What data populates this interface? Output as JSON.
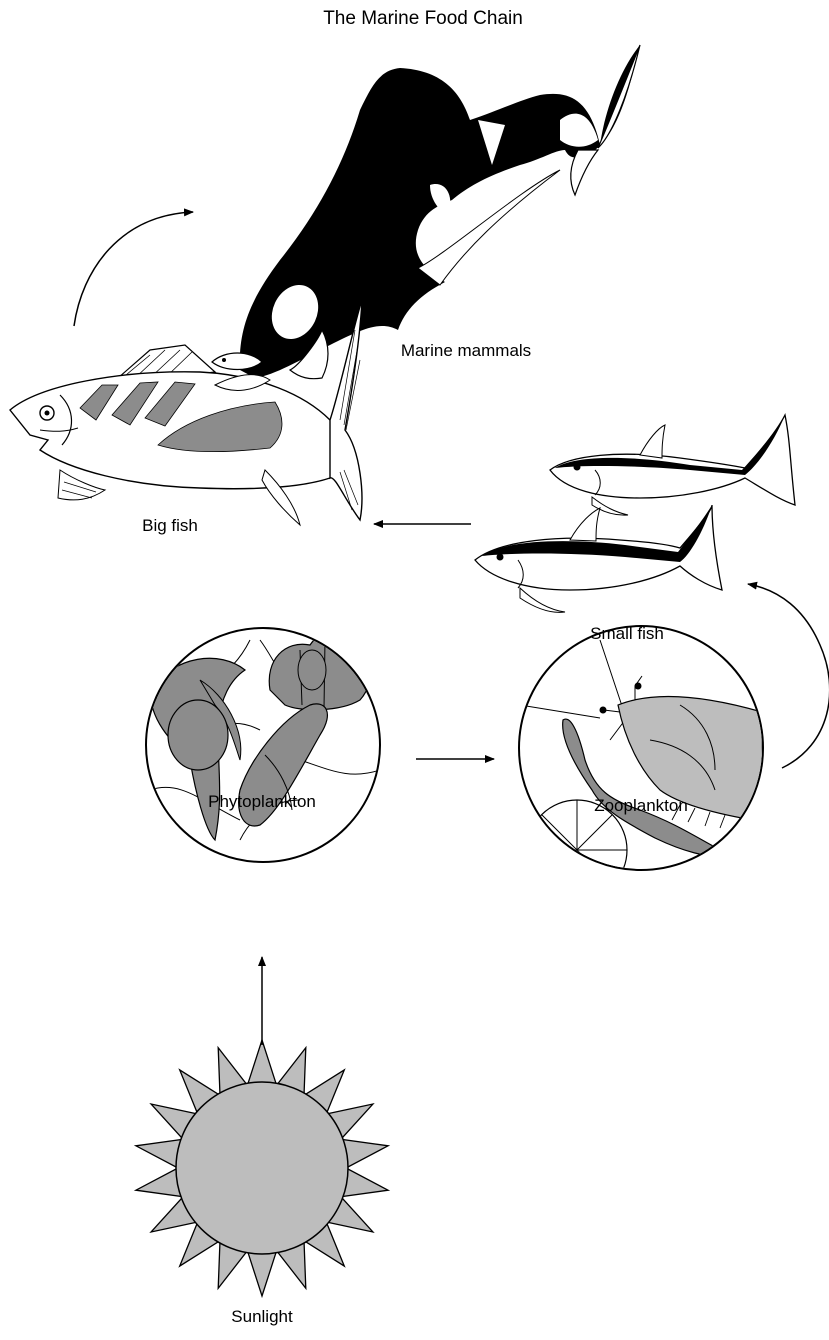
{
  "title": "The Marine Food Chain",
  "labels": {
    "marine_mammals": "Marine mammals",
    "big_fish": "Big fish",
    "small_fish": "Small fish",
    "phytoplankton": "Phytoplankton",
    "zooplankton": "Zooplankton",
    "sunlight": "Sunlight"
  },
  "colors": {
    "fill_gray": "#8c8c8c",
    "light_gray": "#bdbdbd",
    "ink": "#000000"
  }
}
